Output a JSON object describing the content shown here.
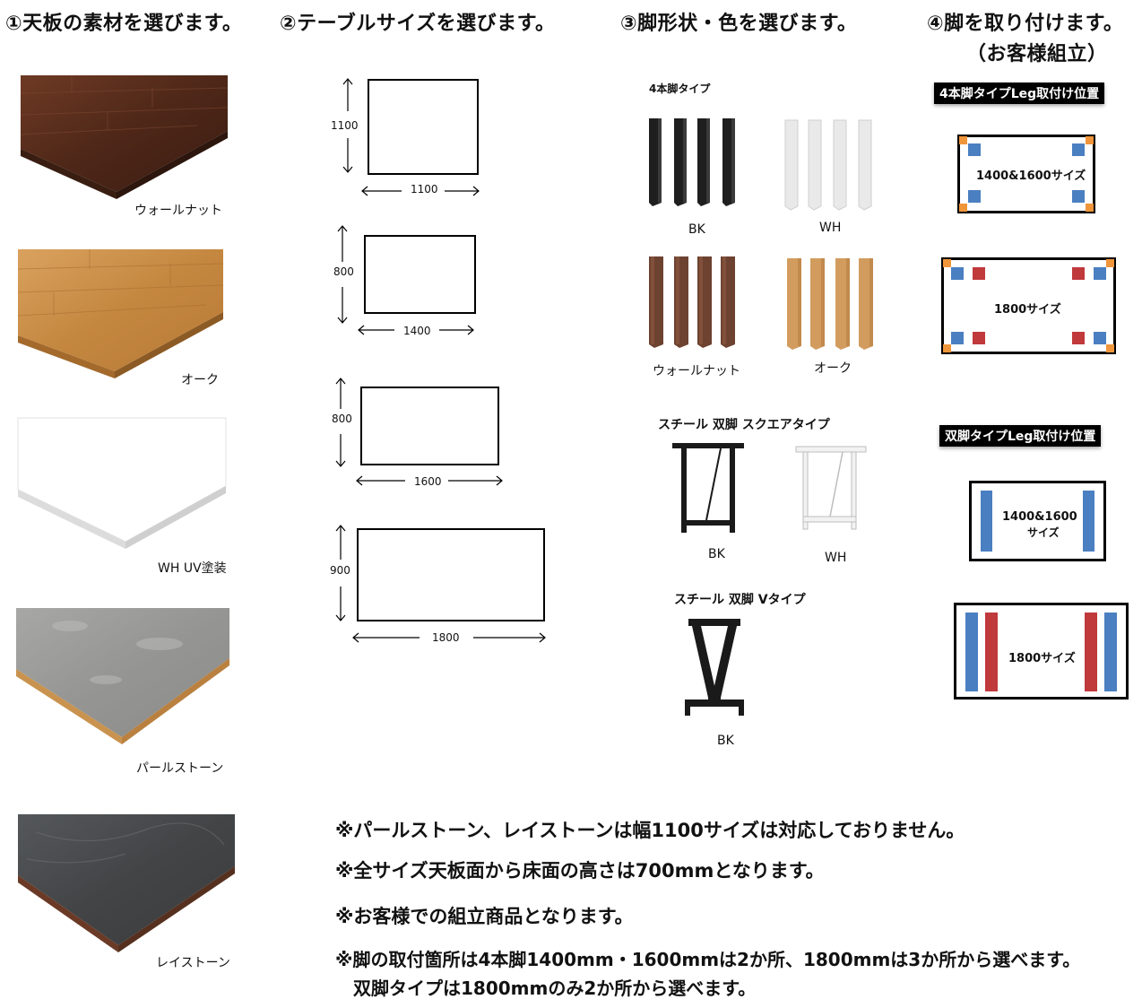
{
  "steps": {
    "s1": "①天板の素材を選びます。",
    "s2": "②テーブルサイズを選びます。",
    "s3": "③脚形状・色を選びます。",
    "s4_line1": "④脚を取り付けます。",
    "s4_line2": "（お客様組立）"
  },
  "materials": [
    {
      "name": "ウォールナット"
    },
    {
      "name": "オーク"
    },
    {
      "name": "WH UV塗装"
    },
    {
      "name": "パールストーン"
    },
    {
      "name": "レイストーン"
    }
  ],
  "sizes": [
    {
      "h": "1100",
      "w": "1100"
    },
    {
      "h": "800",
      "w": "1400"
    },
    {
      "h": "800",
      "w": "1600"
    },
    {
      "h": "900",
      "w": "1800"
    }
  ],
  "legs": {
    "four_title": "4本脚タイプ",
    "four_colors": [
      "BK",
      "WH",
      "ウォールナット",
      "オーク"
    ],
    "square_title": "スチール 双脚 スクエアタイプ",
    "square_colors": [
      "BK",
      "WH"
    ],
    "v_title": "スチール 双脚 Vタイプ",
    "v_colors": [
      "BK"
    ]
  },
  "mount": {
    "four_banner": "4本脚タイプLeg取付け位置",
    "four_a": "1400&1600サイズ",
    "four_b": "1800サイズ",
    "twin_banner": "双脚タイプLeg取付け位置",
    "twin_a_line1": "1400&1600",
    "twin_a_line2": "サイズ",
    "twin_b": "1800サイズ"
  },
  "notes": [
    "※パールストーン、レイストーンは幅1100サイズは対応しておりません。",
    "※全サイズ天板面から床面の高さは700mmとなります。",
    "※お客様での組立商品となります。",
    "※脚の取付箇所は4本脚1400mm・1600mmは2か所、1800mmは3か所から選べます。",
    "　双脚タイプは1800mmのみ2か所から選べます。"
  ],
  "colors": {
    "walnut": "#5a2f1e",
    "oak": "#c98a45",
    "pearlstone": "#9a9a98",
    "reystone": "#47494b",
    "marker_blue": "#4a7fc1",
    "marker_red": "#c0393b",
    "marker_orange": "#f0953a"
  }
}
